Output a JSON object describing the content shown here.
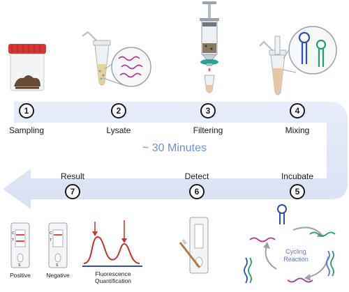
{
  "steps": [
    {
      "number": "1",
      "label": "Sampling"
    },
    {
      "number": "2",
      "label": "Lysate"
    },
    {
      "number": "3",
      "label": "Filtering"
    },
    {
      "number": "4",
      "label": "Mixing"
    },
    {
      "number": "5",
      "label": "Incubate"
    },
    {
      "number": "6",
      "label": "Detect"
    },
    {
      "number": "7",
      "label": "Result"
    }
  ],
  "duration": "~ 30 Minutes",
  "cycle": {
    "line1": "Cycling",
    "line2": "Reaction"
  },
  "results": {
    "positive": "Positive",
    "negative": "Negative",
    "fluorescence_line1": "Fluorescence",
    "fluorescence_line2": "Quantification",
    "strip_marks": {
      "control": "C",
      "test": "T",
      "sample": "S"
    }
  },
  "colors": {
    "arrow": "#dfe6f6",
    "arrow_text": "#6f8fd0",
    "lid_red": "#e0363a",
    "curve_red": "#c9302c",
    "baseline_blue": "#2f4fa8",
    "filter_teal": "#2aa198"
  }
}
